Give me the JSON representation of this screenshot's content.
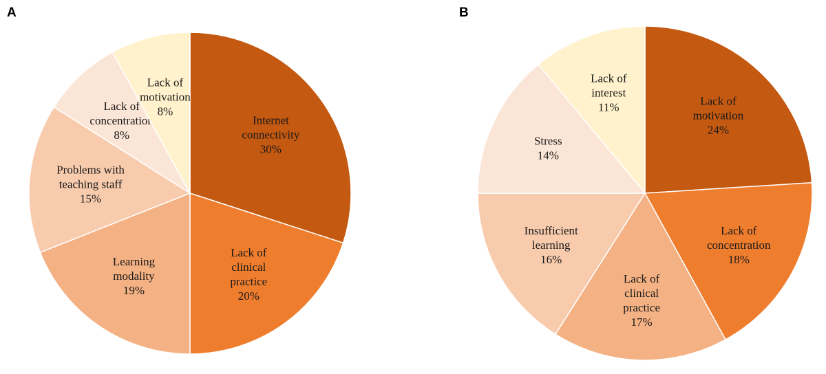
{
  "chart_data": [
    {
      "type": "pie",
      "panel": "A",
      "title": "",
      "series": [
        {
          "label_lines": [
            "Internet",
            "connectivity"
          ],
          "pct_text": "30%",
          "value": 30,
          "color": "#c45911"
        },
        {
          "label_lines": [
            "Lack of",
            "clinical",
            "practice"
          ],
          "pct_text": "20%",
          "value": 20,
          "color": "#ef7d2e"
        },
        {
          "label_lines": [
            "Learning",
            "modality"
          ],
          "pct_text": "19%",
          "value": 19,
          "color": "#f4b183"
        },
        {
          "label_lines": [
            "Problems with",
            "teaching staff"
          ],
          "pct_text": "15%",
          "value": 15,
          "color": "#f8cbad"
        },
        {
          "label_lines": [
            "Lack of",
            "concentration"
          ],
          "pct_text": "8%",
          "value": 8,
          "color": "#fbe5d6"
        },
        {
          "label_lines": [
            "Lack of",
            "motivation"
          ],
          "pct_text": "8%",
          "value": 8,
          "color": "#fff2cc"
        }
      ]
    },
    {
      "type": "pie",
      "panel": "B",
      "title": "",
      "series": [
        {
          "label_lines": [
            "Lack of",
            "motivation"
          ],
          "pct_text": "24%",
          "value": 24,
          "color": "#c45911"
        },
        {
          "label_lines": [
            "Lack of",
            "concentration"
          ],
          "pct_text": "18%",
          "value": 18,
          "color": "#ef7d2e"
        },
        {
          "label_lines": [
            "Lack of",
            "clinical",
            "practice"
          ],
          "pct_text": "17%",
          "value": 17,
          "color": "#f4b183"
        },
        {
          "label_lines": [
            "Insufficient",
            "learning"
          ],
          "pct_text": "16%",
          "value": 16,
          "color": "#f8cbad"
        },
        {
          "label_lines": [
            "Stress"
          ],
          "pct_text": "14%",
          "value": 14,
          "color": "#fbe5d6"
        },
        {
          "label_lines": [
            "Lack of",
            "interest"
          ],
          "pct_text": "11%",
          "value": 11,
          "color": "#fff2cc"
        }
      ]
    }
  ]
}
